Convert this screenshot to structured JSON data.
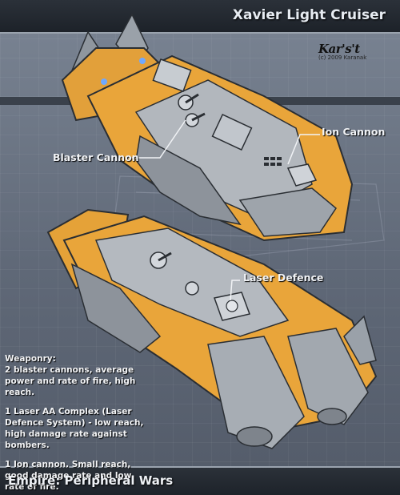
{
  "header": {
    "title": "Xavier Light Cruiser"
  },
  "signature": {
    "name": "Kar's't",
    "copyright": "(c) 2009 Karanak"
  },
  "callouts": {
    "ion_cannon": "Ion Cannon",
    "blaster_cannon": "Blaster Cannon",
    "laser_defence": "Laser Defence"
  },
  "specs": {
    "heading": "Weaponry:",
    "line1": "2 blaster cannons, average power and rate of fire, high reach.",
    "line2": "1 Laser AA Complex (Laser Defence System) - low reach, high damage rate against bombers.",
    "line3": "1 Ion cannon. Small reach, good damage rate and low rate of fire."
  },
  "footer": {
    "title": "Empire: Peripheral Wars"
  },
  "colors": {
    "hull_orange": "#e9a53a",
    "hull_gray": "#aeb3b8",
    "background": "#6e7888",
    "engine_glow": "#6fa8ff"
  }
}
